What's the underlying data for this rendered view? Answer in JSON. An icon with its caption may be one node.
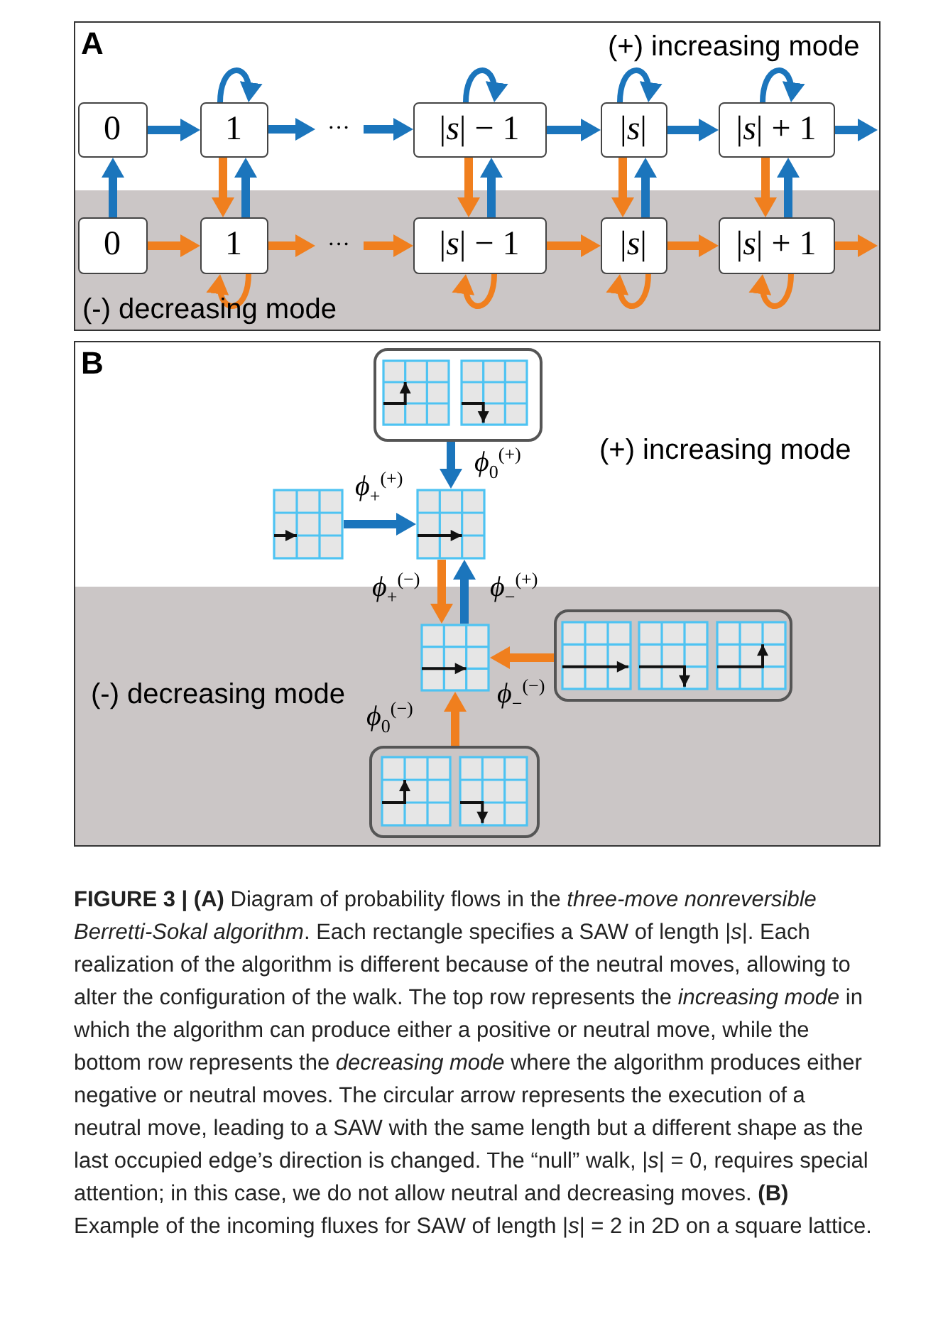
{
  "diagram": {
    "nodes": [
      {
        "text": [
          "A"
        ]
      },
      {
        "text": [
          "0"
        ],
        "in": 0
      },
      {
        "text": [
          "1"
        ],
        "in": 0
      },
      {
        "text": [
          "···"
        ],
        "in": 0
      },
      {
        "text": [
          "|*s*| − 1"
        ],
        "in": 0
      },
      {
        "text": [
          "|*s*|"
        ],
        "in": 0
      },
      {
        "text": [
          "|*s*| + 1"
        ],
        "in": 0
      },
      {
        "text": [
          "0"
        ],
        "in": 0
      },
      {
        "text": [
          "1"
        ],
        "in": 0
      },
      {
        "text": [
          "···"
        ],
        "in": 0
      },
      {
        "text": [
          "|*s*| − 1"
        ],
        "in": 0
      },
      {
        "text": [
          "|*s*|"
        ],
        "in": 0
      },
      {
        "text": [
          "|*s*| + 1"
        ],
        "in": 0
      },
      {
        "text": [
          "B"
        ]
      },
      {
        "text": [],
        "shape": "box",
        "in": 13
      },
      {
        "text": [],
        "shape": "picture",
        "in": 14
      },
      {
        "text": [],
        "shape": "picture",
        "in": 14
      },
      {
        "text": [],
        "shape": "picture",
        "in": 13
      },
      {
        "text": [],
        "shape": "picture",
        "in": 13
      },
      {
        "text": [],
        "shape": "picture",
        "in": 13
      },
      {
        "text": [],
        "shape": "box",
        "in": 13
      },
      {
        "text": [],
        "shape": "picture",
        "in": 20
      },
      {
        "text": [],
        "shape": "picture",
        "in": 20
      },
      {
        "text": [],
        "shape": "picture",
        "in": 20
      },
      {
        "text": [],
        "shape": "box",
        "in": 13
      },
      {
        "text": [],
        "shape": "picture",
        "in": 24
      },
      {
        "text": [],
        "shape": "picture",
        "in": 24
      }
    ],
    "edges": [
      {
        "from": 1,
        "to": 2,
        "arrow": "to"
      },
      {
        "from": 2,
        "to": 3,
        "arrow": "to"
      },
      {
        "from": 3,
        "to": 4,
        "arrow": "to"
      },
      {
        "from": 4,
        "to": 5,
        "arrow": "to"
      },
      {
        "from": 5,
        "to": 6,
        "arrow": "to"
      },
      {
        "from": 6,
        "to": null,
        "arrow": "to"
      },
      {
        "from": 2,
        "to": 2,
        "arrow": "to"
      },
      {
        "from": 4,
        "to": 4,
        "arrow": "to"
      },
      {
        "from": 5,
        "to": 5,
        "arrow": "to"
      },
      {
        "from": 6,
        "to": 6,
        "arrow": "to"
      },
      {
        "from": 7,
        "to": 1,
        "arrow": "to"
      },
      {
        "from": 2,
        "to": 8,
        "arrow": "to",
        "color": "#f07f1e"
      },
      {
        "from": 8,
        "to": 2,
        "arrow": "to"
      },
      {
        "from": 4,
        "to": 10,
        "arrow": "to",
        "color": "#f07f1e"
      },
      {
        "from": 10,
        "to": 4,
        "arrow": "to"
      },
      {
        "from": 5,
        "to": 11,
        "arrow": "to",
        "color": "#f07f1e"
      },
      {
        "from": 11,
        "to": 5,
        "arrow": "to"
      },
      {
        "from": 6,
        "to": 12,
        "arrow": "to",
        "color": "#f07f1e"
      },
      {
        "from": 12,
        "to": 6,
        "arrow": "to"
      },
      {
        "from": 7,
        "to": 8,
        "arrow": "to",
        "color": "#f07f1e"
      },
      {
        "from": 8,
        "to": 9,
        "arrow": "to",
        "color": "#f07f1e"
      },
      {
        "from": 9,
        "to": 10,
        "arrow": "to",
        "color": "#f07f1e"
      },
      {
        "from": 10,
        "to": 11,
        "arrow": "to",
        "color": "#f07f1e"
      },
      {
        "from": 11,
        "to": 12,
        "arrow": "to",
        "color": "#f07f1e"
      },
      {
        "from": 12,
        "to": null,
        "arrow": "to",
        "color": "#f07f1e"
      },
      {
        "from": 8,
        "to": 8,
        "arrow": "to",
        "color": "#f07f1e"
      },
      {
        "from": 10,
        "to": 10,
        "arrow": "to",
        "color": "#f07f1e"
      },
      {
        "from": 11,
        "to": 11,
        "arrow": "to",
        "color": "#f07f1e"
      },
      {
        "from": 12,
        "to": 12,
        "arrow": "to",
        "color": "#f07f1e"
      },
      {
        "from": 14,
        "to": 18,
        "arrow": "to",
        "label": "*ϕ*$_{0}$$^{(+)}$"
      },
      {
        "from": 17,
        "to": 18,
        "arrow": "to",
        "label": "*ϕ*$_{+}$$^{(+)}$"
      },
      {
        "from": 18,
        "to": 19,
        "arrow": "to",
        "label": "*ϕ*$_{+}$$^{(−)}$",
        "color": "#f07f1e"
      },
      {
        "from": 19,
        "to": 18,
        "arrow": "to",
        "label": "*ϕ*$_{−}$$^{(+)}$"
      },
      {
        "from": 20,
        "to": 19,
        "arrow": "to",
        "label": "*ϕ*$_{−}$$^{(−)}$",
        "color": "#f07f1e"
      },
      {
        "from": 24,
        "to": 19,
        "arrow": "to",
        "label": "*ϕ*$_{0}$$^{(−)}$",
        "color": "#f07f1e"
      }
    ],
    "labels": [
      "(+) increasing mode",
      "(-) decreasing mode",
      "(+) increasing mode",
      "(-) decreasing mode"
    ],
    "caption": "**FIGURE 3 | (A)** Diagram of probability flows in the *three-move nonreversible Berretti-Sokal algorithm*. Each rectangle specifies a SAW of length |*s*|. Each realization of the algorithm is different because of the neutral moves, allowing to alter the configuration of the walk. The top row represents the *increasing mode* in which the algorithm can produce either a positive or neutral move, while the bottom row represents the *decreasing mode* where the algorithm produces either negative or neutral moves. The circular arrow represents the execution of a neutral move, leading to a SAW with the same length but a different shape as the last occupied edge’s direction is changed. The “null” walk, |*s*| = 0, requires special attention; in this case, we do not allow neutral and decreasing moves. **(B)** Example of the incoming fluxes for SAW of length |*s*| = 2 in 2D on a square lattice."
  }
}
